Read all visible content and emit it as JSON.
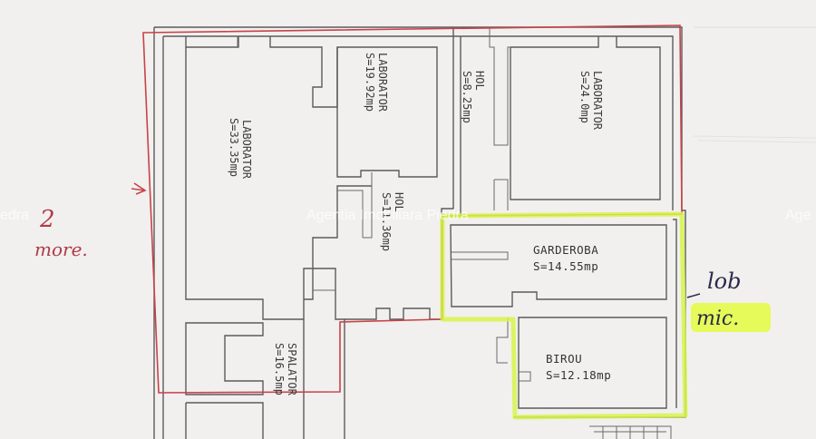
{
  "rooms": {
    "laborator_large": {
      "name": "LABORATOR",
      "area": "S=33.35mp"
    },
    "laborator_mid": {
      "name": "LABORATOR",
      "area": "S=19.92mp"
    },
    "hol_top": {
      "name": "HOL",
      "area": "S=8.25mp"
    },
    "laborator_right": {
      "name": "LABORATOR",
      "area": "S=24.0mp"
    },
    "hol_mid": {
      "name": "HOL",
      "area": "S=11.36mp"
    },
    "garderoba": {
      "name": "GARDEROBA",
      "area": "S=14.55mp"
    },
    "birou": {
      "name": "BIROU",
      "area": "S=12.18mp"
    },
    "spalator": {
      "name": "SPALATOR",
      "area": "S=16.5mp"
    }
  },
  "annotations": {
    "left_number": "2",
    "left_word": "more.",
    "right_number": "lob",
    "right_word": "mic."
  },
  "watermark": {
    "center": "Agentia Imobiliara Piedra",
    "left": "edra",
    "right": "Age"
  },
  "colors": {
    "red_outline": "#c8424a",
    "green_highlight": "#d7f54a",
    "wall": "#5b5b5b"
  }
}
